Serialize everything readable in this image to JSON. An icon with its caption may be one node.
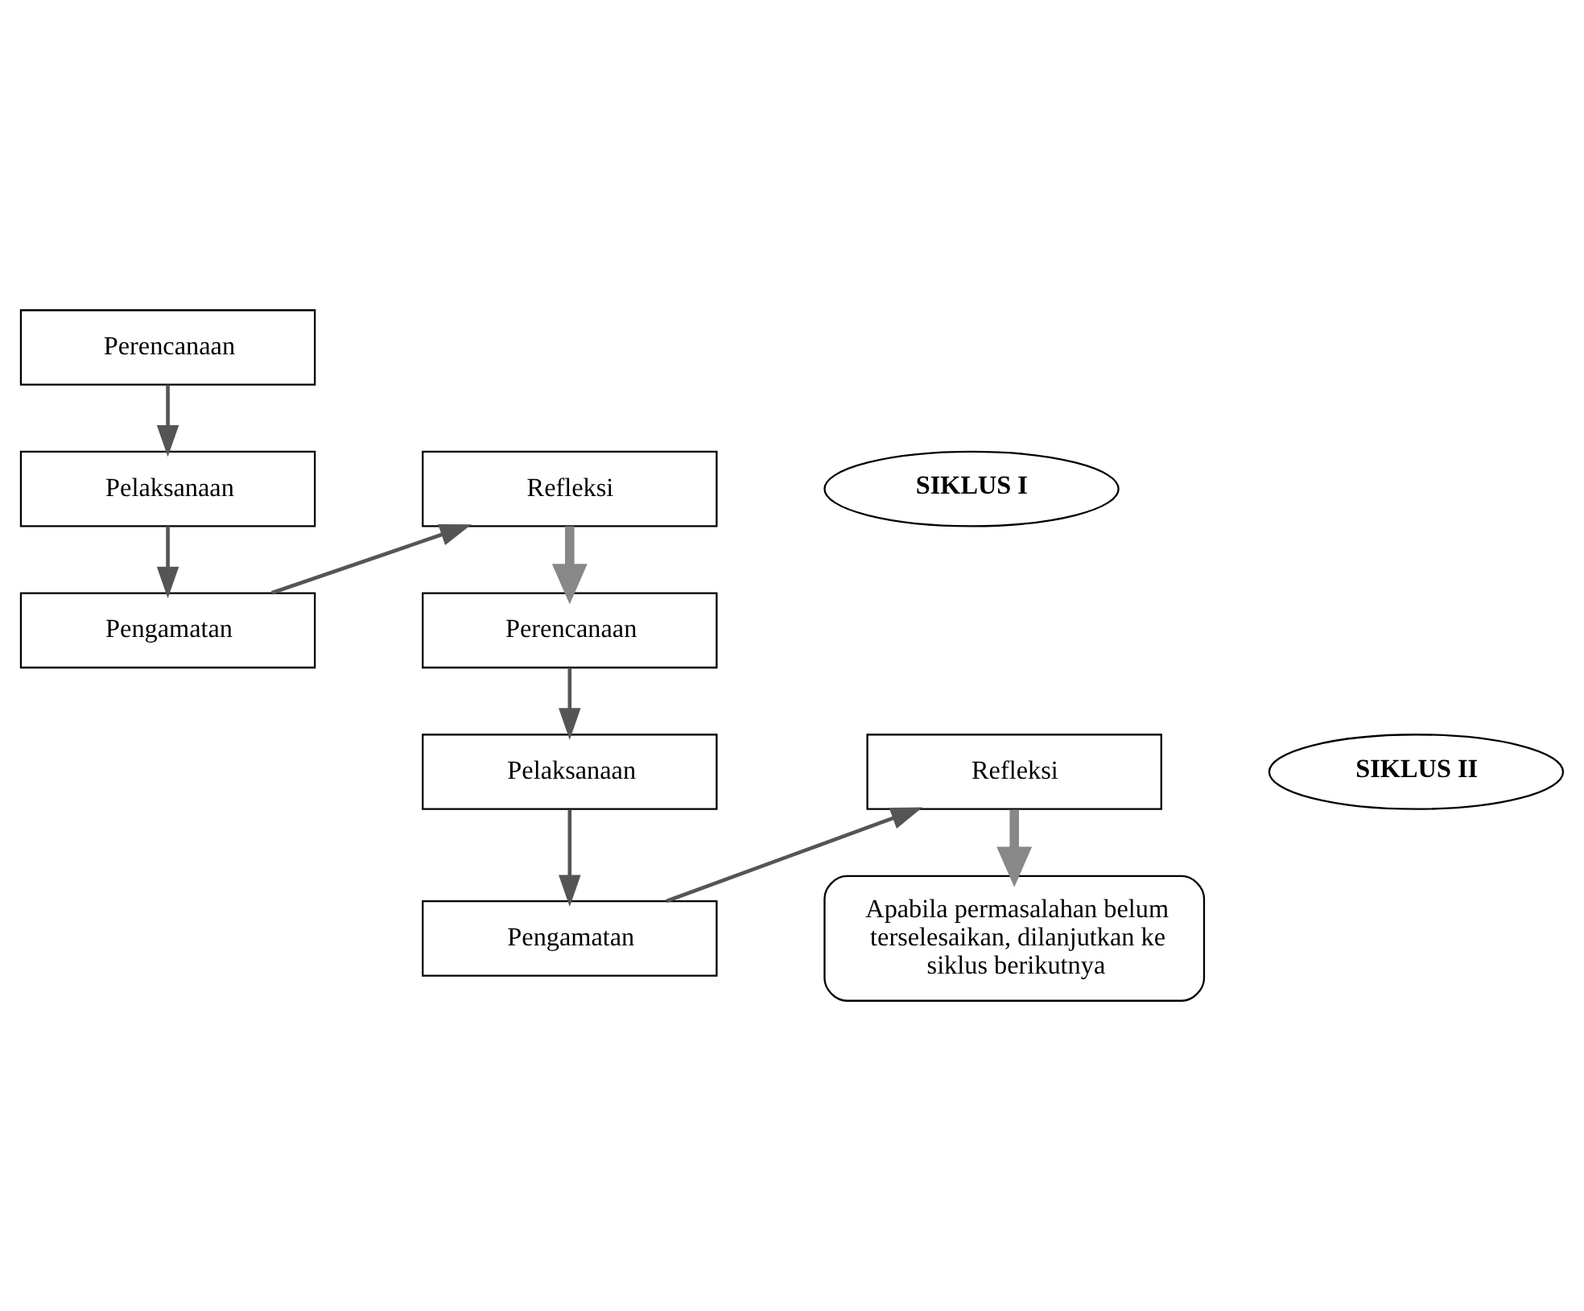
{
  "diagram": {
    "nodes": [
      {
        "text": [
          "Perencanaan"
        ]
      },
      {
        "text": [
          "Refleksi"
        ]
      },
      {
        "text": [
          "SIKLUS I"
        ]
      },
      {
        "text": [
          "Pelaksanaan"
        ]
      },
      {
        "text": [
          "Pengamatan"
        ]
      },
      {
        "text": [
          "Perencanaan"
        ]
      },
      {
        "text": [
          "Refleksi"
        ]
      },
      {
        "text": [
          "SIKLUS II"
        ]
      },
      {
        "text": [
          "Pelaksanaan"
        ]
      },
      {
        "text": [
          "Pengamatan"
        ]
      },
      {
        "text": [
          "Apabila permasalahan belum terselesaikan, dilanjutkan ke siklus berikutnya"
        ]
      }
    ],
    "edges": [
      {
        "from": 0,
        "to": 3,
        "arrow": "to"
      },
      {
        "from": 3,
        "to": 4,
        "arrow": "to"
      },
      {
        "from": 4,
        "to": 1,
        "arrow": "to"
      },
      {
        "from": 1,
        "to": 5,
        "arrow": "to",
        "style": "thick"
      },
      {
        "from": 5,
        "to": 8,
        "arrow": "to"
      },
      {
        "from": 8,
        "to": 9,
        "arrow": "to"
      },
      {
        "from": 9,
        "to": 6,
        "arrow": "to"
      },
      {
        "from": 6,
        "to": 10,
        "arrow": "to",
        "style": "thick"
      }
    ]
  }
}
